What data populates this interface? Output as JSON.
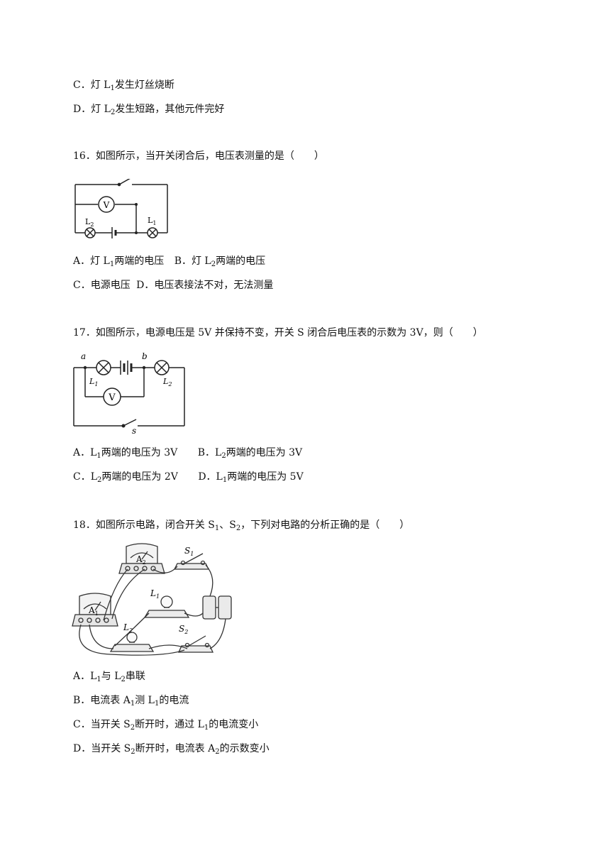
{
  "q15": {
    "optC": {
      "pre": "C．灯 L",
      "sub": "1",
      "post": "发生灯丝烧断"
    },
    "optD": {
      "pre": "D．灯 L",
      "sub": "2",
      "post": "发生短路，其他元件完好"
    }
  },
  "q16": {
    "stem": "16．如图所示，当开关闭合后，电压表测量的是（　　）",
    "fig": {
      "v": "V",
      "l1": "L",
      "l1s": "1",
      "l2": "L",
      "l2s": "2"
    },
    "optA": {
      "pre": "A．灯 L",
      "sub": "1",
      "post": "两端的电压"
    },
    "optB": {
      "pre": "B．灯 L",
      "sub": "2",
      "post": "两端的电压"
    },
    "optC": "C．电源电压",
    "optD": "D．电压表接法不对，无法测量"
  },
  "q17": {
    "stem": "17．如图所示，电源电压是 5V 并保持不变，开关 S 闭合后电压表的示数为 3V，则（　　）",
    "fig": {
      "a": "a",
      "b": "b",
      "v": "V",
      "s": "s",
      "l1": "L",
      "l1s": "1",
      "l2": "L",
      "l2s": "2"
    },
    "optA": {
      "pre": "A．L",
      "sub": "1",
      "post": "两端的电压为 3V"
    },
    "optB": {
      "pre": "B．L",
      "sub": "2",
      "post": "两端的电压为 3V"
    },
    "optC": {
      "pre": "C．L",
      "sub": "2",
      "post": "两端的电压为 2V"
    },
    "optD": {
      "pre": "D．L",
      "sub": "1",
      "post": "两端的电压为 5V"
    }
  },
  "q18": {
    "stem": {
      "pre": "18．如图所示电路，闭合开关 S",
      "s1": "1",
      "mid": "、S",
      "s2": "2",
      "post": "，下列对电路的分析正确的是（　　）"
    },
    "fig": {
      "a1": "A",
      "a1s": "1",
      "a2": "A",
      "a2s": "2",
      "s1": "S",
      "s1s": "1",
      "s2": "S",
      "s2s": "2",
      "l1": "L",
      "l1s": "1",
      "l2": "L",
      "l2s": "2"
    },
    "optA": {
      "p1": "A．L",
      "s1": "1",
      "p2": "与 L",
      "s2": "2",
      "p3": "串联"
    },
    "optB": {
      "p1": "B．电流表 A",
      "s1": "1",
      "p2": "测 L",
      "s2": "1",
      "p3": "的电流"
    },
    "optC": {
      "p1": "C．当开关 S",
      "s1": "2",
      "p2": "断开时，通过 L",
      "s2": "1",
      "p3": "的电流变小"
    },
    "optD": {
      "p1": "D．当开关 S",
      "s1": "2",
      "p2": "断开时，电流表 A",
      "s2": "2",
      "p3": "的示数变小"
    }
  }
}
